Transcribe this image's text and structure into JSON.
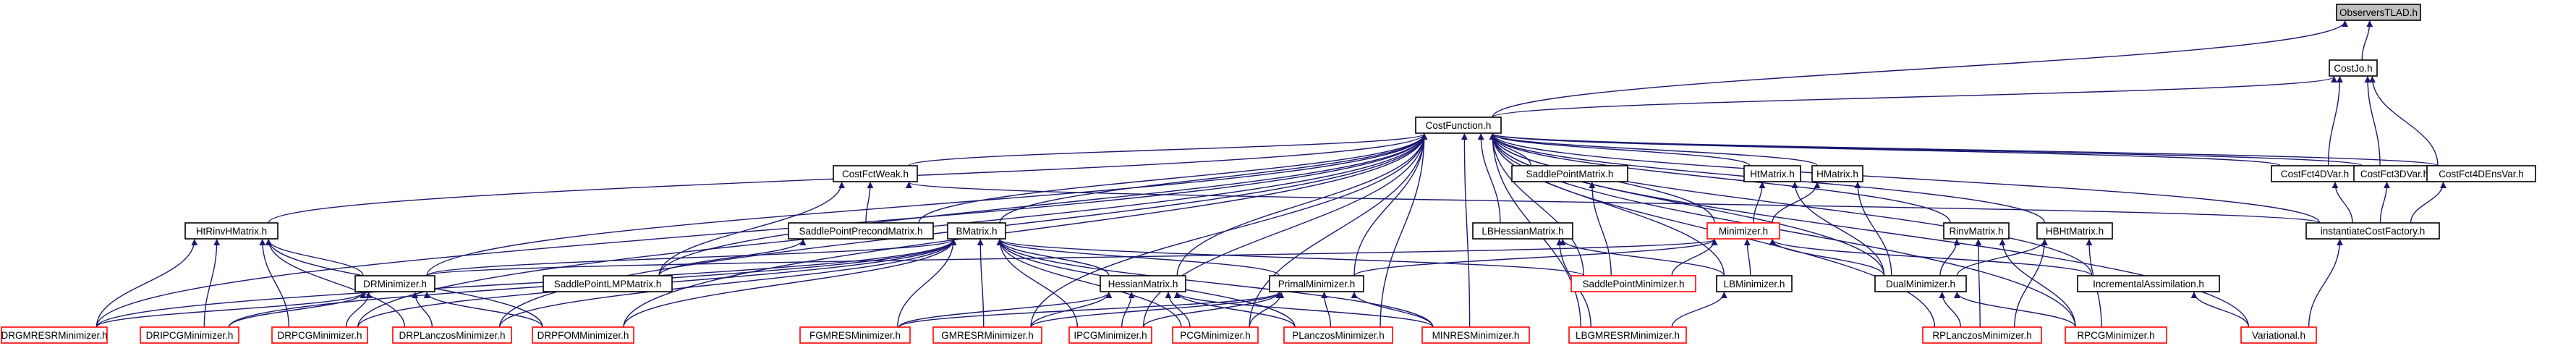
{
  "graph": {
    "kind": "include-dependency-graph",
    "colors": {
      "edge": "#191970",
      "focus_fill": "#bfbfbf",
      "normal_border": "#000000",
      "leaf_border": "#ff0000",
      "text": "#000000"
    },
    "nodes": [
      {
        "id": "n0",
        "label": "ObserversTLAD.h",
        "style": "focus"
      },
      {
        "id": "n1",
        "label": "CostJo.h",
        "style": "normal"
      },
      {
        "id": "n2",
        "label": "CostFunction.h",
        "style": "normal"
      },
      {
        "id": "n3",
        "label": "CostFct4DVar.h",
        "style": "normal"
      },
      {
        "id": "n4",
        "label": "CostFct3DVar.h",
        "style": "normal"
      },
      {
        "id": "n5",
        "label": "CostFct4DEnsVar.h",
        "style": "normal"
      },
      {
        "id": "n6",
        "label": "CostFctWeak.h",
        "style": "normal"
      },
      {
        "id": "n7",
        "label": "SaddlePointMatrix.h",
        "style": "normal"
      },
      {
        "id": "n8",
        "label": "HtMatrix.h",
        "style": "normal"
      },
      {
        "id": "n9",
        "label": "HMatrix.h",
        "style": "normal"
      },
      {
        "id": "n10",
        "label": "HtRinvHMatrix.h",
        "style": "normal"
      },
      {
        "id": "n11",
        "label": "SaddlePointPrecondMatrix.h",
        "style": "normal"
      },
      {
        "id": "n12",
        "label": "BMatrix.h",
        "style": "normal"
      },
      {
        "id": "n13",
        "label": "LBHessianMatrix.h",
        "style": "normal"
      },
      {
        "id": "n14",
        "label": "Minimizer.h",
        "style": "leaf"
      },
      {
        "id": "n15",
        "label": "RinvMatrix.h",
        "style": "normal"
      },
      {
        "id": "n16",
        "label": "HBHtMatrix.h",
        "style": "normal"
      },
      {
        "id": "n17",
        "label": "instantiateCostFactory.h",
        "style": "normal"
      },
      {
        "id": "n18",
        "label": "DRMinimizer.h",
        "style": "normal"
      },
      {
        "id": "n19",
        "label": "SaddlePointLMPMatrix.h",
        "style": "normal"
      },
      {
        "id": "n20",
        "label": "HessianMatrix.h",
        "style": "normal"
      },
      {
        "id": "n21",
        "label": "PrimalMinimizer.h",
        "style": "normal"
      },
      {
        "id": "n22",
        "label": "SaddlePointMinimizer.h",
        "style": "leaf"
      },
      {
        "id": "n23",
        "label": "LBMinimizer.h",
        "style": "normal"
      },
      {
        "id": "n24",
        "label": "DualMinimizer.h",
        "style": "normal"
      },
      {
        "id": "n25",
        "label": "IncrementalAssimilation.h",
        "style": "normal"
      },
      {
        "id": "n26",
        "label": "DRGMRESRMinimizer.h",
        "style": "leaf"
      },
      {
        "id": "n27",
        "label": "DRIPCGMinimizer.h",
        "style": "leaf"
      },
      {
        "id": "n28",
        "label": "DRPCGMinimizer.h",
        "style": "leaf"
      },
      {
        "id": "n29",
        "label": "DRPLanczosMinimizer.h",
        "style": "leaf"
      },
      {
        "id": "n30",
        "label": "DRPFOMMinimizer.h",
        "style": "leaf"
      },
      {
        "id": "n31",
        "label": "FGMRESMinimizer.h",
        "style": "leaf"
      },
      {
        "id": "n32",
        "label": "GMRESRMinimizer.h",
        "style": "leaf"
      },
      {
        "id": "n33",
        "label": "IPCGMinimizer.h",
        "style": "leaf"
      },
      {
        "id": "n34",
        "label": "PCGMinimizer.h",
        "style": "leaf"
      },
      {
        "id": "n35",
        "label": "PLanczosMinimizer.h",
        "style": "leaf"
      },
      {
        "id": "n36",
        "label": "MINRESMinimizer.h",
        "style": "leaf"
      },
      {
        "id": "n37",
        "label": "LBGMRESRMinimizer.h",
        "style": "leaf"
      },
      {
        "id": "n38",
        "label": "RPLanczosMinimizer.h",
        "style": "leaf"
      },
      {
        "id": "n39",
        "label": "RPCGMinimizer.h",
        "style": "leaf"
      },
      {
        "id": "n40",
        "label": "Variational.h",
        "style": "leaf"
      }
    ],
    "edges": [
      [
        "n0",
        "n1"
      ],
      [
        "n0",
        "n2"
      ],
      [
        "n1",
        "n2"
      ],
      [
        "n1",
        "n3"
      ],
      [
        "n1",
        "n4"
      ],
      [
        "n1",
        "n5"
      ],
      [
        "n2",
        "n3"
      ],
      [
        "n2",
        "n4"
      ],
      [
        "n2",
        "n5"
      ],
      [
        "n2",
        "n6"
      ],
      [
        "n2",
        "n7"
      ],
      [
        "n2",
        "n8"
      ],
      [
        "n2",
        "n9"
      ],
      [
        "n2",
        "n10"
      ],
      [
        "n2",
        "n11"
      ],
      [
        "n2",
        "n12"
      ],
      [
        "n2",
        "n13"
      ],
      [
        "n2",
        "n14"
      ],
      [
        "n2",
        "n15"
      ],
      [
        "n2",
        "n16"
      ],
      [
        "n2",
        "n17"
      ],
      [
        "n2",
        "n18"
      ],
      [
        "n2",
        "n19"
      ],
      [
        "n2",
        "n20"
      ],
      [
        "n2",
        "n21"
      ],
      [
        "n2",
        "n22"
      ],
      [
        "n2",
        "n23"
      ],
      [
        "n2",
        "n24"
      ],
      [
        "n2",
        "n25"
      ],
      [
        "n2",
        "n26"
      ],
      [
        "n2",
        "n28"
      ],
      [
        "n2",
        "n29"
      ],
      [
        "n2",
        "n30"
      ],
      [
        "n2",
        "n32"
      ],
      [
        "n2",
        "n33"
      ],
      [
        "n2",
        "n34"
      ],
      [
        "n2",
        "n35"
      ],
      [
        "n2",
        "n36"
      ],
      [
        "n2",
        "n37"
      ],
      [
        "n2",
        "n38"
      ],
      [
        "n2",
        "n39"
      ],
      [
        "n2",
        "n40"
      ],
      [
        "n3",
        "n17"
      ],
      [
        "n4",
        "n17"
      ],
      [
        "n5",
        "n17"
      ],
      [
        "n6",
        "n11"
      ],
      [
        "n6",
        "n17"
      ],
      [
        "n6",
        "n19"
      ],
      [
        "n7",
        "n22"
      ],
      [
        "n8",
        "n14"
      ],
      [
        "n8",
        "n24"
      ],
      [
        "n9",
        "n14"
      ],
      [
        "n9",
        "n24"
      ],
      [
        "n10",
        "n18"
      ],
      [
        "n10",
        "n26"
      ],
      [
        "n10",
        "n27"
      ],
      [
        "n10",
        "n28"
      ],
      [
        "n10",
        "n29"
      ],
      [
        "n10",
        "n30"
      ],
      [
        "n11",
        "n19"
      ],
      [
        "n12",
        "n18"
      ],
      [
        "n12",
        "n20"
      ],
      [
        "n12",
        "n21"
      ],
      [
        "n12",
        "n22"
      ],
      [
        "n12",
        "n26"
      ],
      [
        "n12",
        "n27"
      ],
      [
        "n12",
        "n28"
      ],
      [
        "n12",
        "n29"
      ],
      [
        "n12",
        "n30"
      ],
      [
        "n12",
        "n31"
      ],
      [
        "n12",
        "n32"
      ],
      [
        "n12",
        "n33"
      ],
      [
        "n12",
        "n34"
      ],
      [
        "n12",
        "n35"
      ],
      [
        "n12",
        "n36"
      ],
      [
        "n13",
        "n23"
      ],
      [
        "n13",
        "n37"
      ],
      [
        "n14",
        "n18"
      ],
      [
        "n14",
        "n21"
      ],
      [
        "n14",
        "n22"
      ],
      [
        "n14",
        "n23"
      ],
      [
        "n14",
        "n24"
      ],
      [
        "n14",
        "n25"
      ],
      [
        "n15",
        "n24"
      ],
      [
        "n15",
        "n38"
      ],
      [
        "n15",
        "n39"
      ],
      [
        "n16",
        "n24"
      ],
      [
        "n16",
        "n38"
      ],
      [
        "n16",
        "n39"
      ],
      [
        "n17",
        "n40"
      ],
      [
        "n18",
        "n26"
      ],
      [
        "n18",
        "n27"
      ],
      [
        "n18",
        "n28"
      ],
      [
        "n18",
        "n29"
      ],
      [
        "n18",
        "n30"
      ],
      [
        "n20",
        "n31"
      ],
      [
        "n20",
        "n32"
      ],
      [
        "n20",
        "n33"
      ],
      [
        "n20",
        "n34"
      ],
      [
        "n20",
        "n35"
      ],
      [
        "n20",
        "n36"
      ],
      [
        "n21",
        "n31"
      ],
      [
        "n21",
        "n32"
      ],
      [
        "n21",
        "n33"
      ],
      [
        "n21",
        "n34"
      ],
      [
        "n21",
        "n35"
      ],
      [
        "n21",
        "n36"
      ],
      [
        "n23",
        "n37"
      ],
      [
        "n24",
        "n38"
      ],
      [
        "n24",
        "n39"
      ],
      [
        "n25",
        "n40"
      ]
    ]
  }
}
